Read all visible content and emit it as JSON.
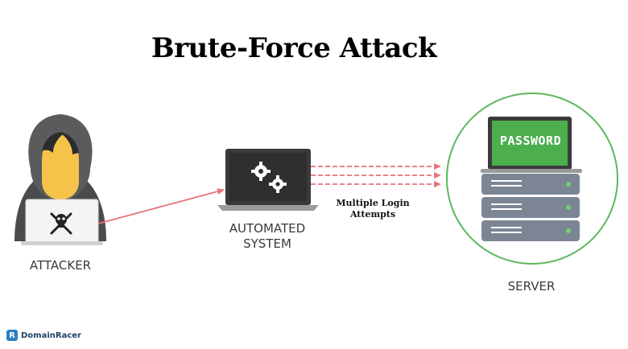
{
  "title": "Brute-Force Attack",
  "nodes": {
    "attacker": "ATTACKER",
    "automated_system": [
      "AUTOMATED",
      "SYSTEM"
    ],
    "server": "SERVER"
  },
  "connections": {
    "multiple_login_attempts": [
      "Multiple Login",
      "Attempts"
    ]
  },
  "server_screen": "PASSWORD",
  "brand": "DomainRacer",
  "colors": {
    "hood": "#555658",
    "face": "#f6c34a",
    "laptop_body": "#3a3a3c",
    "attack_arrow": "#e8737a",
    "server_ring": "#5cb85c",
    "server_screen": "#4cae4c",
    "server_unit": "#7c8594",
    "status_led": "#6cd36c"
  }
}
